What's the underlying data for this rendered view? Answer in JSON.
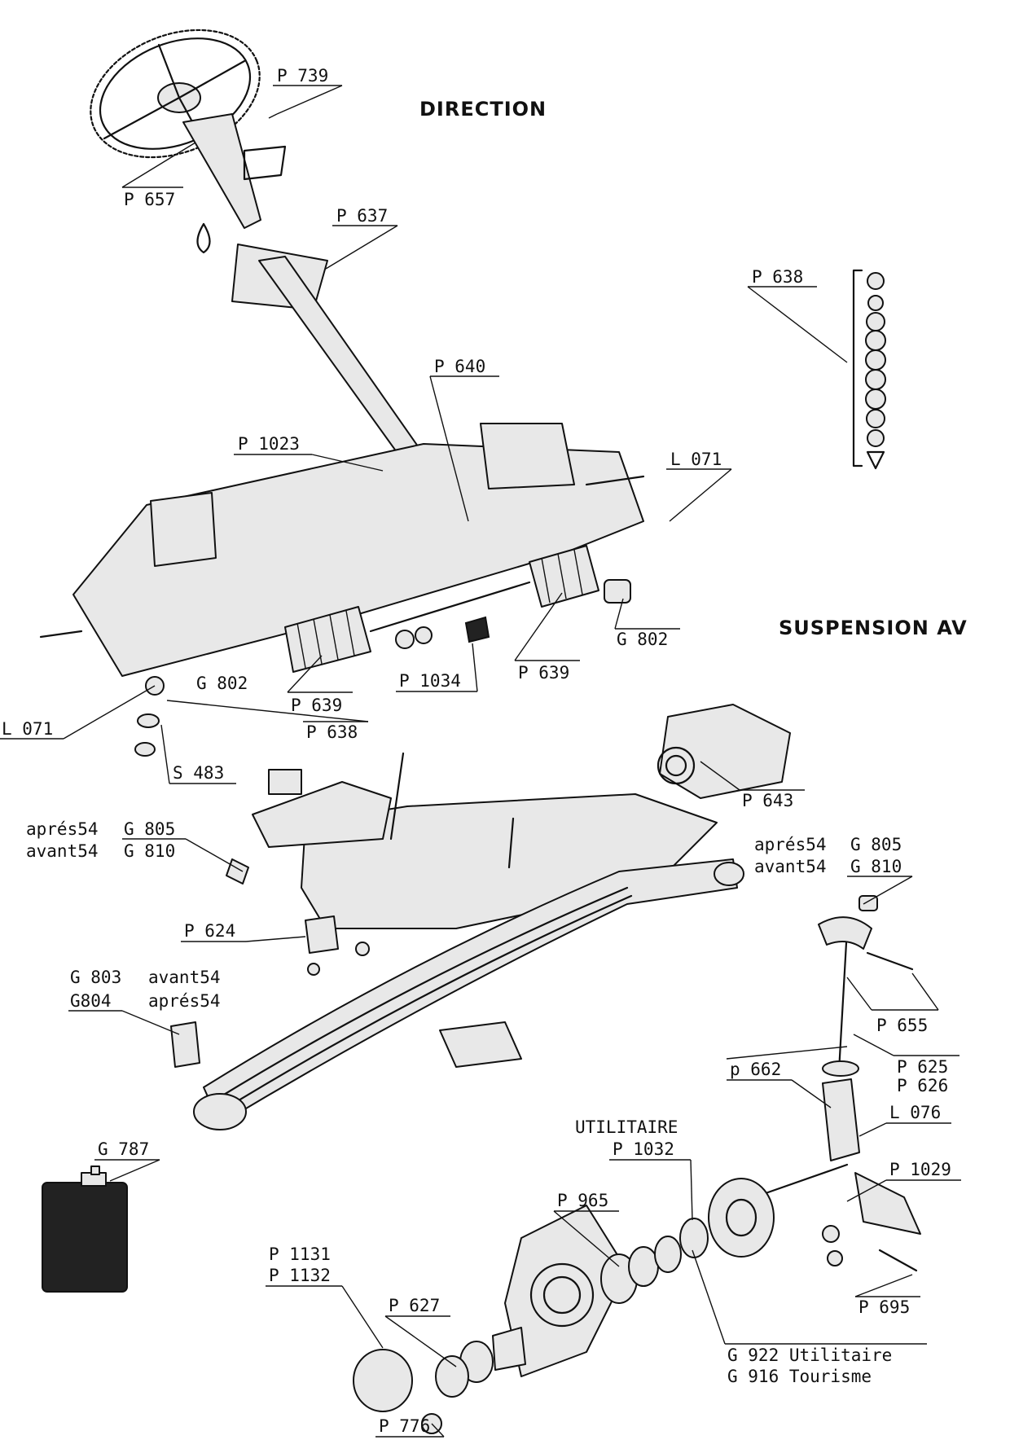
{
  "titles": {
    "direction": "DIRECTION",
    "suspension": "SUSPENSION AV"
  },
  "labels": {
    "p739": "P 739",
    "p657": "P 657",
    "p637": "P 637",
    "p638_top": "P 638",
    "p640": "P 640",
    "p1023": "P 1023",
    "l071_right": "L 071",
    "g802_right": "G 802",
    "p1034": "P 1034",
    "p639_right": "P 639",
    "g802_left": "G 802",
    "p639_left": "P 639",
    "l071_left": "L 071",
    "p638_bottom": "P 638",
    "s483": "S 483",
    "p643": "P 643",
    "apres54_left": "aprés54",
    "g805_left": "G 805",
    "avant54_left": "avant54",
    "g810_left": "G 810",
    "apres54_right": "aprés54",
    "g805_right": "G 805",
    "avant54_right": "avant54",
    "g810_right": "G 810",
    "p624": "P 624",
    "g803": "G 803",
    "avant54_g803": "avant54",
    "g804": "G804",
    "apres54_g804": "aprés54",
    "p655": "P 655",
    "p625": "P 625",
    "p626": "P 626",
    "p662": "p 662",
    "l076": "L 076",
    "utilitaire": "UTILITAIRE",
    "p1032": "P 1032",
    "p1029": "P 1029",
    "g787": "G 787",
    "p965": "P 965",
    "p1131": "P 1131",
    "p1132": "P 1132",
    "p627": "P 627",
    "p695": "P 695",
    "g922": "G 922 Utilitaire",
    "g916": "G 916 Tourisme",
    "p776": "P 776"
  }
}
